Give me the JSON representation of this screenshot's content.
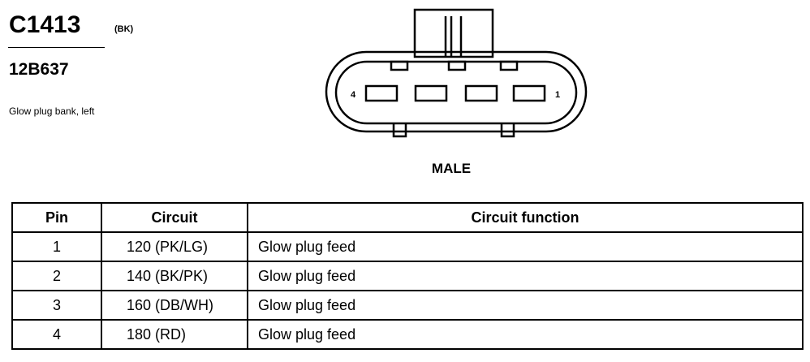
{
  "header": {
    "connector_id": "C1413",
    "color_code": "(BK)",
    "part_number": "12B637",
    "description": "Glow plug bank, left"
  },
  "diagram": {
    "left_pin_label": "4",
    "right_pin_label": "1",
    "gender_label": "MALE"
  },
  "table": {
    "headers": {
      "pin": "Pin",
      "circuit": "Circuit",
      "function": "Circuit function"
    },
    "rows": [
      {
        "pin": "1",
        "circuit": "120 (PK/LG)",
        "function": "Glow plug feed"
      },
      {
        "pin": "2",
        "circuit": "140 (BK/PK)",
        "function": "Glow plug feed"
      },
      {
        "pin": "3",
        "circuit": "160 (DB/WH)",
        "function": "Glow plug feed"
      },
      {
        "pin": "4",
        "circuit": "180 (RD)",
        "function": "Glow plug feed"
      }
    ]
  }
}
